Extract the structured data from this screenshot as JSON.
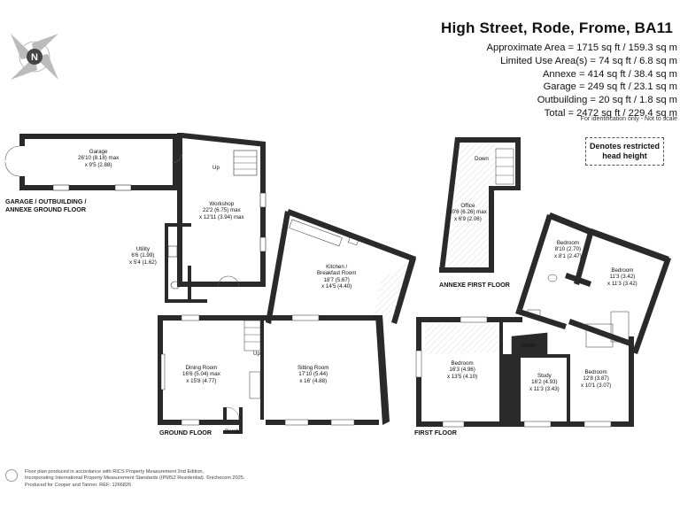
{
  "header": {
    "title": "High Street, Rode, Frome, BA11",
    "areas": [
      "Approximate Area = 1715 sq ft / 159.3 sq m",
      "Limited Use Area(s) = 74 sq ft / 6.8 sq m",
      "Annexe = 414 sq ft / 38.4 sq m",
      "Garage = 249 sq ft / 23.1 sq m",
      "Outbuilding = 20 sq ft / 1.8 sq m",
      "Total = 2472 sq ft / 229.4 sq m"
    ],
    "note": "For identification only - Not to scale"
  },
  "legend": {
    "line1": "Denotes restricted",
    "line2": "head height"
  },
  "compass": {
    "label": "N"
  },
  "rooms": {
    "garage": {
      "name": "Garage",
      "dim1": "26'10 (8.18) max",
      "dim2": "x 9'5 (2.88)"
    },
    "workshop": {
      "name": "Workshop",
      "dim1": "22'2 (6.75) max",
      "dim2": "x 12'11 (3.94) max"
    },
    "utility": {
      "name": "Utility",
      "dim1": "6'6 (1.99)",
      "dim2": "x 5'4 (1.62)"
    },
    "kitchen": {
      "name1": "Kitchen /",
      "name2": "Breakfast Room",
      "dim1": "18'7 (5.67)",
      "dim2": "x 14'5 (4.40)"
    },
    "dining": {
      "name": "Dining Room",
      "dim1": "16'6 (5.04) max",
      "dim2": "x 15'8 (4.77)"
    },
    "sitting": {
      "name": "Sitting Room",
      "dim1": "17'10 (5.44)",
      "dim2": "x 16' (4.88)"
    },
    "porch": {
      "name": "Porch"
    },
    "office": {
      "name": "Office",
      "dim1": "20'6 (6.26) max",
      "dim2": "x 6'9 (2.06)"
    },
    "bedroom_a": {
      "name": "Bedroom",
      "dim1": "8'10 (2.70)",
      "dim2": "x 8'1 (2.47)"
    },
    "bedroom_b": {
      "name": "Bedroom",
      "dim1": "11'3 (3.42)",
      "dim2": "x 11'3 (3.42)"
    },
    "bedroom_c": {
      "name": "Bedroom",
      "dim1": "16'3 (4.96)",
      "dim2": "x 13'5 (4.10)"
    },
    "study": {
      "name": "Study",
      "dim1": "16'2 (4.93)",
      "dim2": "x 11'3 (3.43)"
    },
    "bedroom_d": {
      "name": "Bedroom",
      "dim1": "12'8 (3.87)",
      "dim2": "x 10'1 (3.07)"
    }
  },
  "floors": {
    "annexe_ground": {
      "line1": "GARAGE / OUTBUILDING /",
      "line2": "ANNEXE GROUND FLOOR"
    },
    "ground": "GROUND FLOOR",
    "annexe_first": "ANNEXE FIRST FLOOR",
    "first": "FIRST FLOOR"
  },
  "stairs": {
    "up1": "Up",
    "up2": "Up",
    "down1": "Down",
    "down2": "Down"
  },
  "footer": {
    "line1": "Floor plan produced in accordance with RICS Property Measurement 2nd Edition,",
    "line2": "Incorporating International Property Measurement Standards (IPMS2 Residential). ©nichecom 2025.",
    "line3": "Produced for Cooper and Tanner.  REF: 1266826"
  }
}
